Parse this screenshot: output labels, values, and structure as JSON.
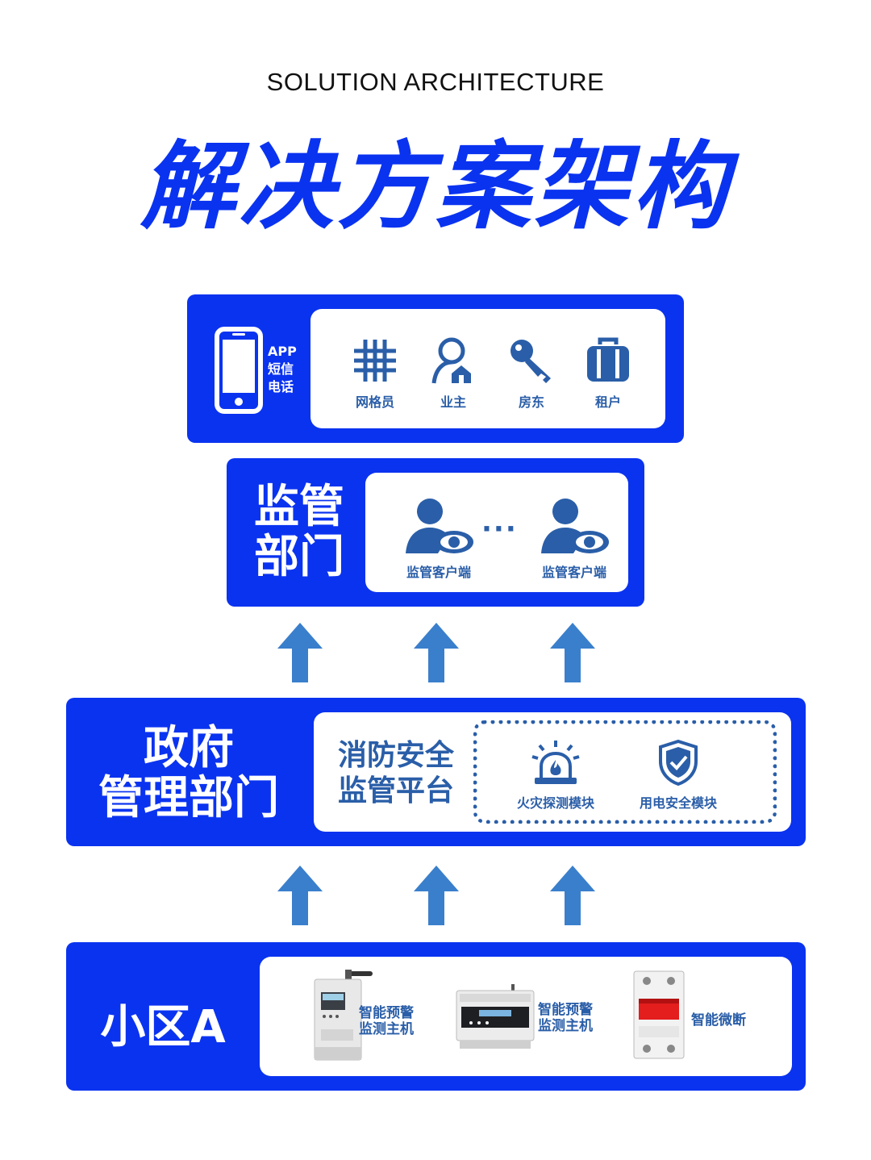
{
  "header": {
    "subtitle": "SOLUTION ARCHITECTURE",
    "title": "解决方案架构"
  },
  "tier_app": {
    "channels": [
      "APP",
      "短信",
      "电话"
    ],
    "users": [
      {
        "icon": "grid-icon",
        "label": "网格员"
      },
      {
        "icon": "owner-icon",
        "label": "业主"
      },
      {
        "icon": "key-icon",
        "label": "房东"
      },
      {
        "icon": "luggage-icon",
        "label": "租户"
      }
    ]
  },
  "tier_supervision": {
    "title_line1": "监管",
    "title_line2": "部门",
    "ellipsis": "···",
    "clients": [
      {
        "icon": "supervisor-client-icon",
        "label": "监管客户端"
      },
      {
        "icon": "supervisor-client-icon",
        "label": "监管客户端"
      }
    ]
  },
  "tier_government": {
    "title_line1": "政府",
    "title_line2": "管理部门",
    "platform_line1": "消防安全",
    "platform_line2": "监管平台",
    "modules": [
      {
        "icon": "fire-alarm-icon",
        "label": "火灾探测模块"
      },
      {
        "icon": "shield-check-icon",
        "label": "用电安全模块"
      }
    ]
  },
  "tier_community": {
    "title": "小区A",
    "devices": [
      {
        "icon": "din-rail-monitor-icon",
        "label_line1": "智能预警",
        "label_line2": "监测主机"
      },
      {
        "icon": "gateway-host-icon",
        "label_line1": "智能预警",
        "label_line2": "监测主机"
      },
      {
        "icon": "smart-breaker-icon",
        "label_line1": "智能微断",
        "label_line2": ""
      }
    ]
  },
  "colors": {
    "brand_blue": "#0a33f0",
    "icon_blue": "#2a5ea8",
    "arrow_blue": "#3a7fcc"
  }
}
